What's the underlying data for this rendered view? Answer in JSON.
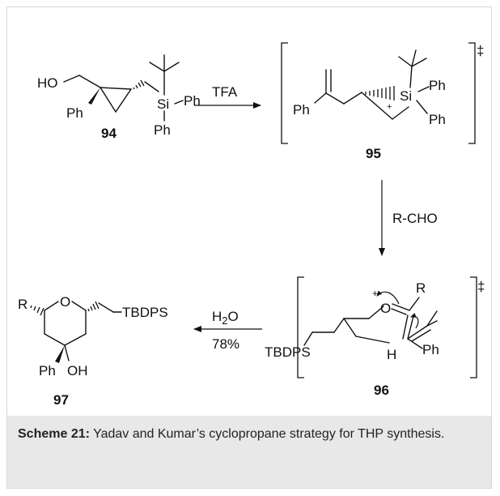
{
  "scheme": {
    "compounds": {
      "c94": {
        "number": "94",
        "groups": {
          "hydroxyl": "HO",
          "phenyl": "Ph",
          "silicon": "Si",
          "si_ph1": "Ph",
          "si_ph2": "Ph"
        }
      },
      "c95": {
        "number": "95",
        "groups": {
          "phenyl": "Ph",
          "silicon": "Si",
          "si_ph1": "Ph",
          "si_ph2": "Ph",
          "charge": "+"
        }
      },
      "c96": {
        "number": "96",
        "groups": {
          "tbdps": "TBDPS",
          "oxygen": "O",
          "r": "R",
          "hydrogen": "H",
          "phenyl": "Ph",
          "charge": "+"
        }
      },
      "c97": {
        "number": "97",
        "groups": {
          "r": "R",
          "oxygen": "O",
          "tbdps": "TBDPS",
          "phenyl": "Ph",
          "hydroxyl": "OH"
        }
      }
    },
    "transition_state_mark": "‡",
    "arrows": {
      "step1": {
        "reagent": "TFA"
      },
      "step2": {
        "reagent": "R-CHO"
      },
      "step3": {
        "reagent_main": "H",
        "reagent_sub": "2",
        "reagent_tail": "O",
        "yield": "78%"
      }
    }
  },
  "caption": {
    "label": "Scheme 21:",
    "text": " Yadav and Kumar’s cyclopropane strategy for THP synthesis."
  }
}
